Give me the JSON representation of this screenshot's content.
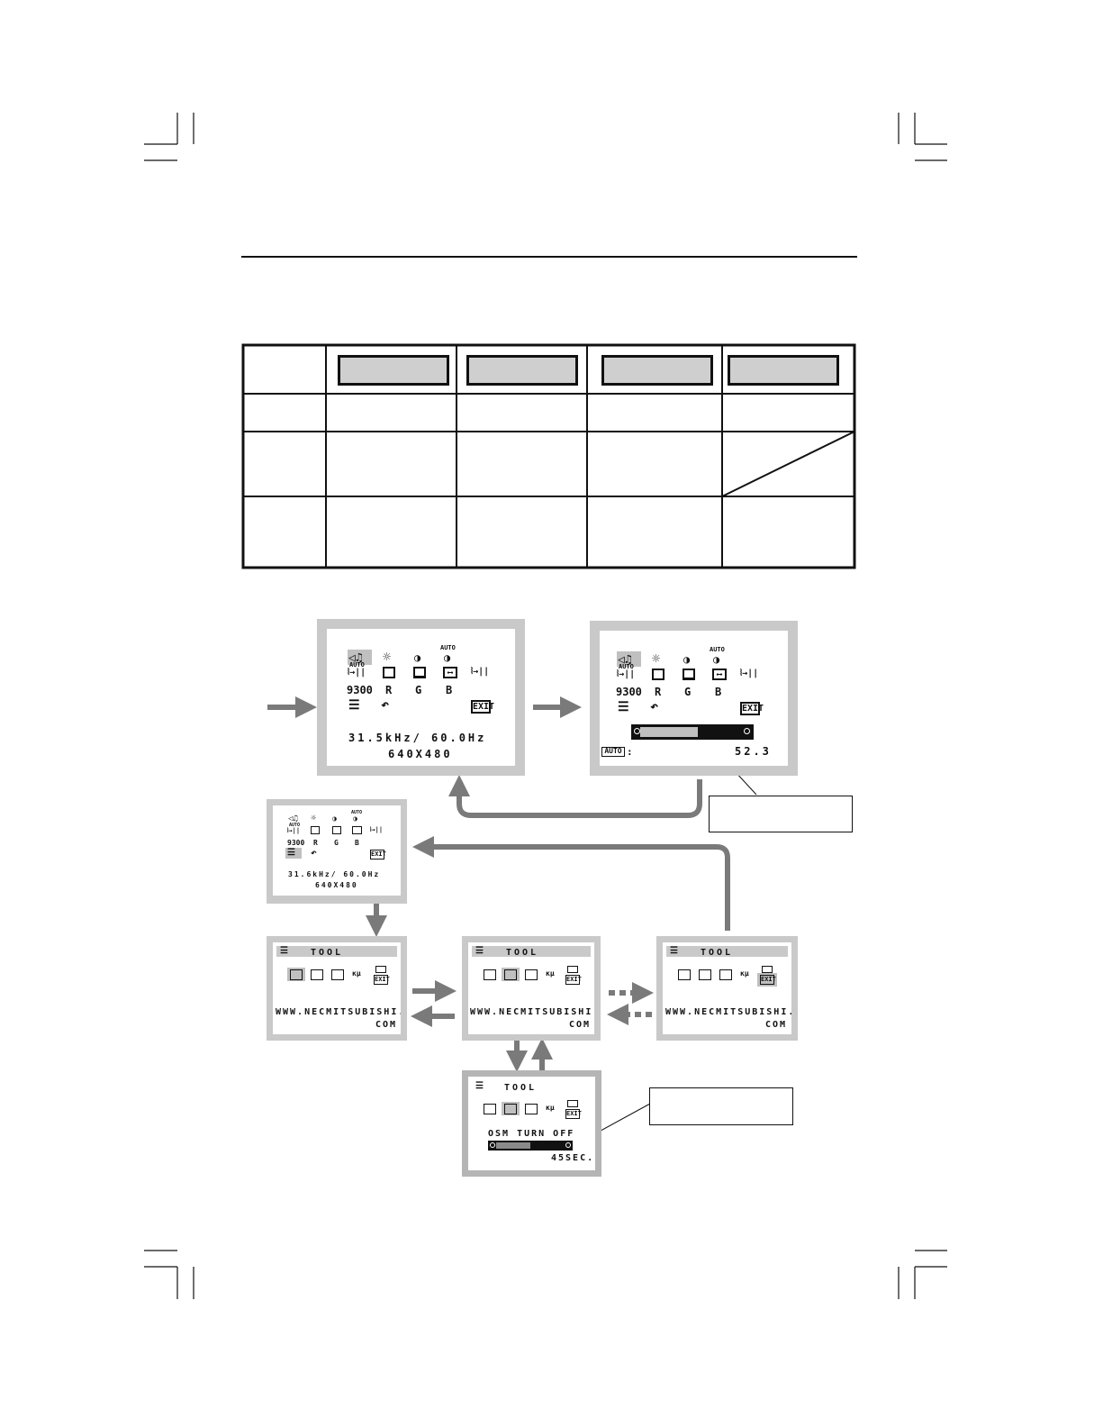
{
  "screen1": {
    "icons": {
      "audio": "◁♫",
      "brightness": "☼",
      "contrast": "◑",
      "auto_label": "AUTO",
      "auto_adjust": "⦚→||",
      "h_position": "◨",
      "v_position": "◫",
      "h_size": "⟷",
      "fine": "⦚→||",
      "color_9300": "9300",
      "r": "R",
      "g": "G",
      "b": "B",
      "tool": "☰",
      "reset": "↶",
      "exit": "EXIT"
    },
    "freq": "31.5kHz/ 60.0Hz",
    "resolution": "640X480"
  },
  "screen2": {
    "auto_tag": "AUTO",
    "colon": ":",
    "value": "52.3",
    "bar_fill_fraction": 0.55
  },
  "screen3": {
    "freq": "31.6kHz/ 60.0Hz",
    "resolution": "640X480"
  },
  "tool_screens": {
    "title": "TOOL",
    "url_line1": "WWW.NECMITSUBISHI.",
    "url_line2": "COM"
  },
  "osm_screen": {
    "title": "TOOL",
    "osm_label": "OSM TURN OFF",
    "seconds": "45SEC.",
    "bar_fill_fraction": 0.5
  },
  "colors": {
    "osd_frame": "#c9c9c9",
    "arrow": "#7a7a7a",
    "button_fill": "#cfcfcf"
  }
}
